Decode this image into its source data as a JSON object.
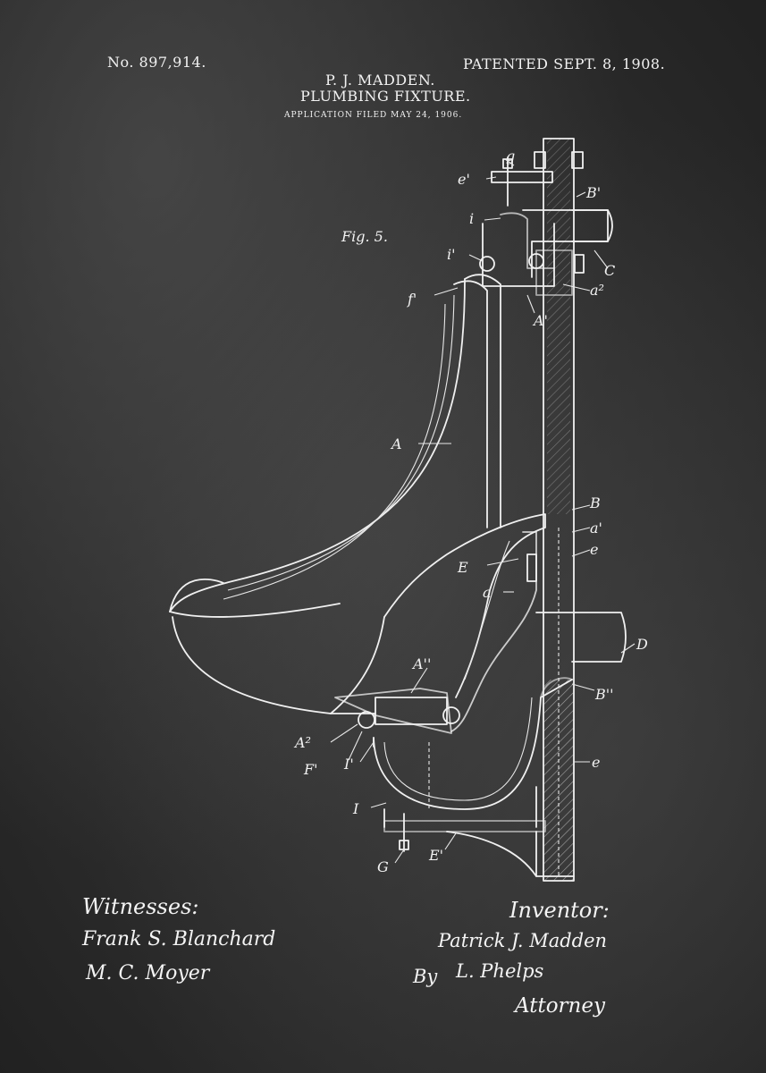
{
  "header": {
    "patent_number": "No. 897,914.",
    "inventor": "P. J. MADDEN.",
    "patented": "PATENTED SEPT. 8, 1908.",
    "title": "PLUMBING FIXTURE.",
    "application": "APPLICATION FILED MAY 24, 1906."
  },
  "figure": {
    "caption": "Fig. 5.",
    "labels": {
      "g": "g",
      "e1": "e'",
      "B1": "B'",
      "i": "i",
      "i1": "i'",
      "C": "C",
      "a2": "a²",
      "f1": "f'",
      "A1": "A'",
      "A": "A",
      "B": "B",
      "a1": "a'",
      "E": "E",
      "e": "e",
      "a": "a",
      "D": "D",
      "A2p": "A''",
      "B2": "B''",
      "A2": "A²",
      "F1": "F'",
      "I1": "I'",
      "e_lower": "e",
      "I": "I",
      "G": "G",
      "E1": "E'"
    }
  },
  "signatures": {
    "witnesses_heading": "Witnesses:",
    "witness1": "Frank S. Blanchard",
    "witness2": "M. C. Moyer",
    "inventor_heading": "Inventor:",
    "inventor_name": "Patrick J. Madden",
    "by": "By",
    "attorney_name": "L. Phelps",
    "attorney_title": "Attorney"
  },
  "colors": {
    "background": "#353535",
    "ink": "#f0f0f0"
  }
}
